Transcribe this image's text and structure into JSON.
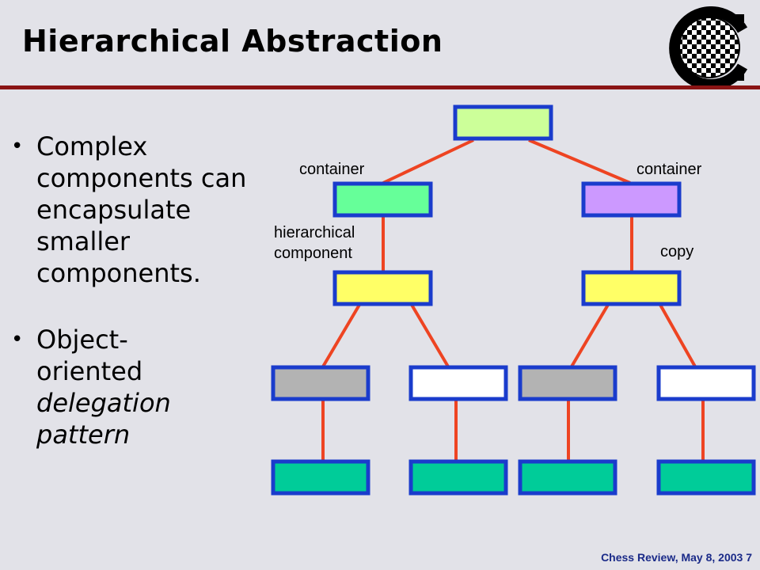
{
  "slide": {
    "title": "Hierarchical Abstraction",
    "bullets": [
      {
        "text": "Complex components can encapsulate smaller components."
      },
      {
        "line1": "Object-",
        "line2": "oriented",
        "line3": "delegation",
        "line4": "pattern"
      }
    ],
    "footer": "Chess Review, May 8, 2003  7"
  },
  "diagram": {
    "labels": {
      "container_left": "container",
      "container_right": "container",
      "hierarchical_line1": "hierarchical",
      "hierarchical_line2": "component",
      "copy": "copy"
    },
    "colors": {
      "border": "#1a3ccc",
      "edge": "#ee4422",
      "top": "#ccff99",
      "container_left": "#66ff99",
      "container_right": "#cc99ff",
      "hierarchical": "#ffff66",
      "gray": "#b3b3b3",
      "white": "#ffffff",
      "teal": "#00cc99"
    }
  }
}
